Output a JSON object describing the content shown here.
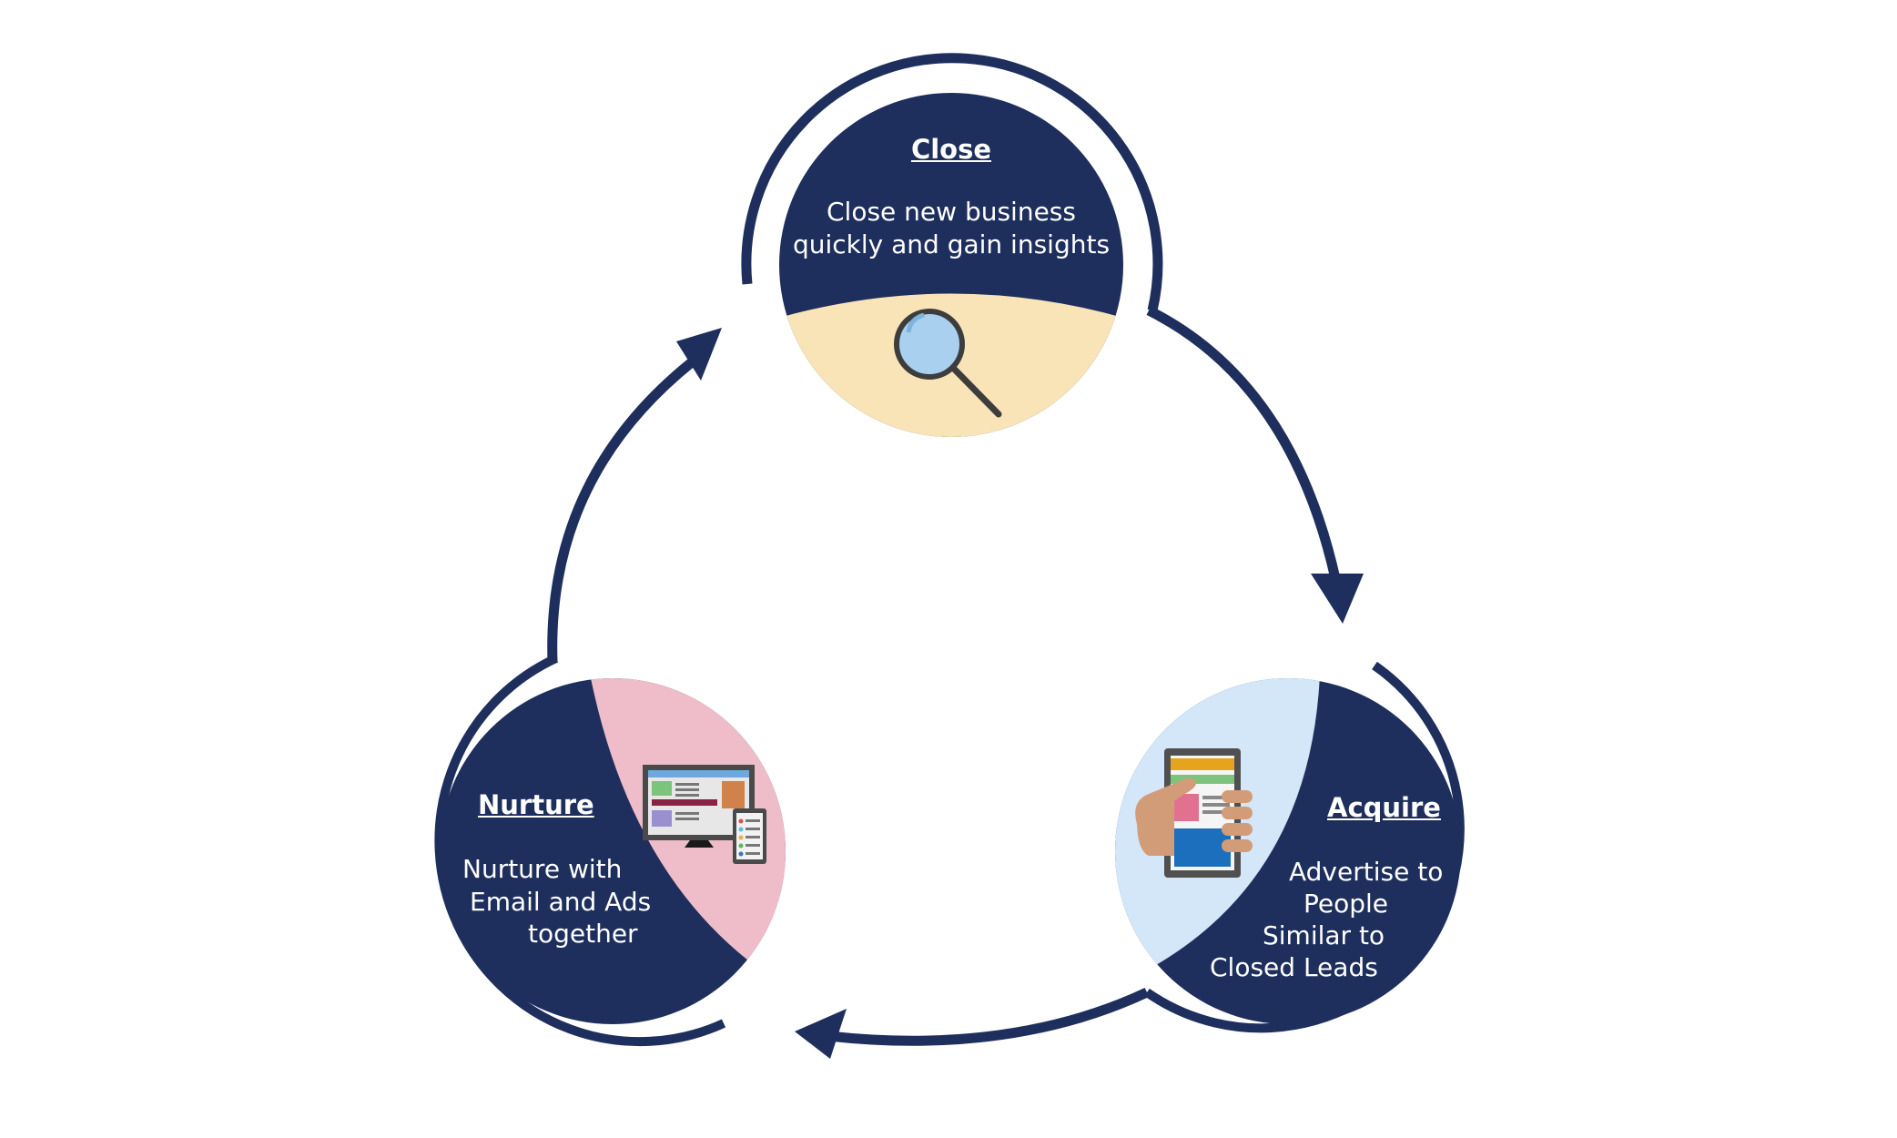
{
  "colors": {
    "navy": "#1e2f5d",
    "close_accent": "#f9e4b7",
    "nurture_accent": "#efbdca",
    "acquire_accent": "#d3e7f8"
  },
  "nodes": {
    "close": {
      "title": "Close",
      "line1": "Close new business",
      "line2": "quickly and gain insights",
      "icon": "magnifying-glass-icon"
    },
    "acquire": {
      "title": "Acquire",
      "line1": "Advertise to",
      "line2": "People",
      "line3": "Similar to",
      "line4": "Closed Leads",
      "icon": "hand-holding-tablet-icon"
    },
    "nurture": {
      "title": "Nurture",
      "line1": "Nurture with",
      "line2": "Email and Ads",
      "line3": "together",
      "icon": "desktop-and-mobile-icon"
    }
  }
}
